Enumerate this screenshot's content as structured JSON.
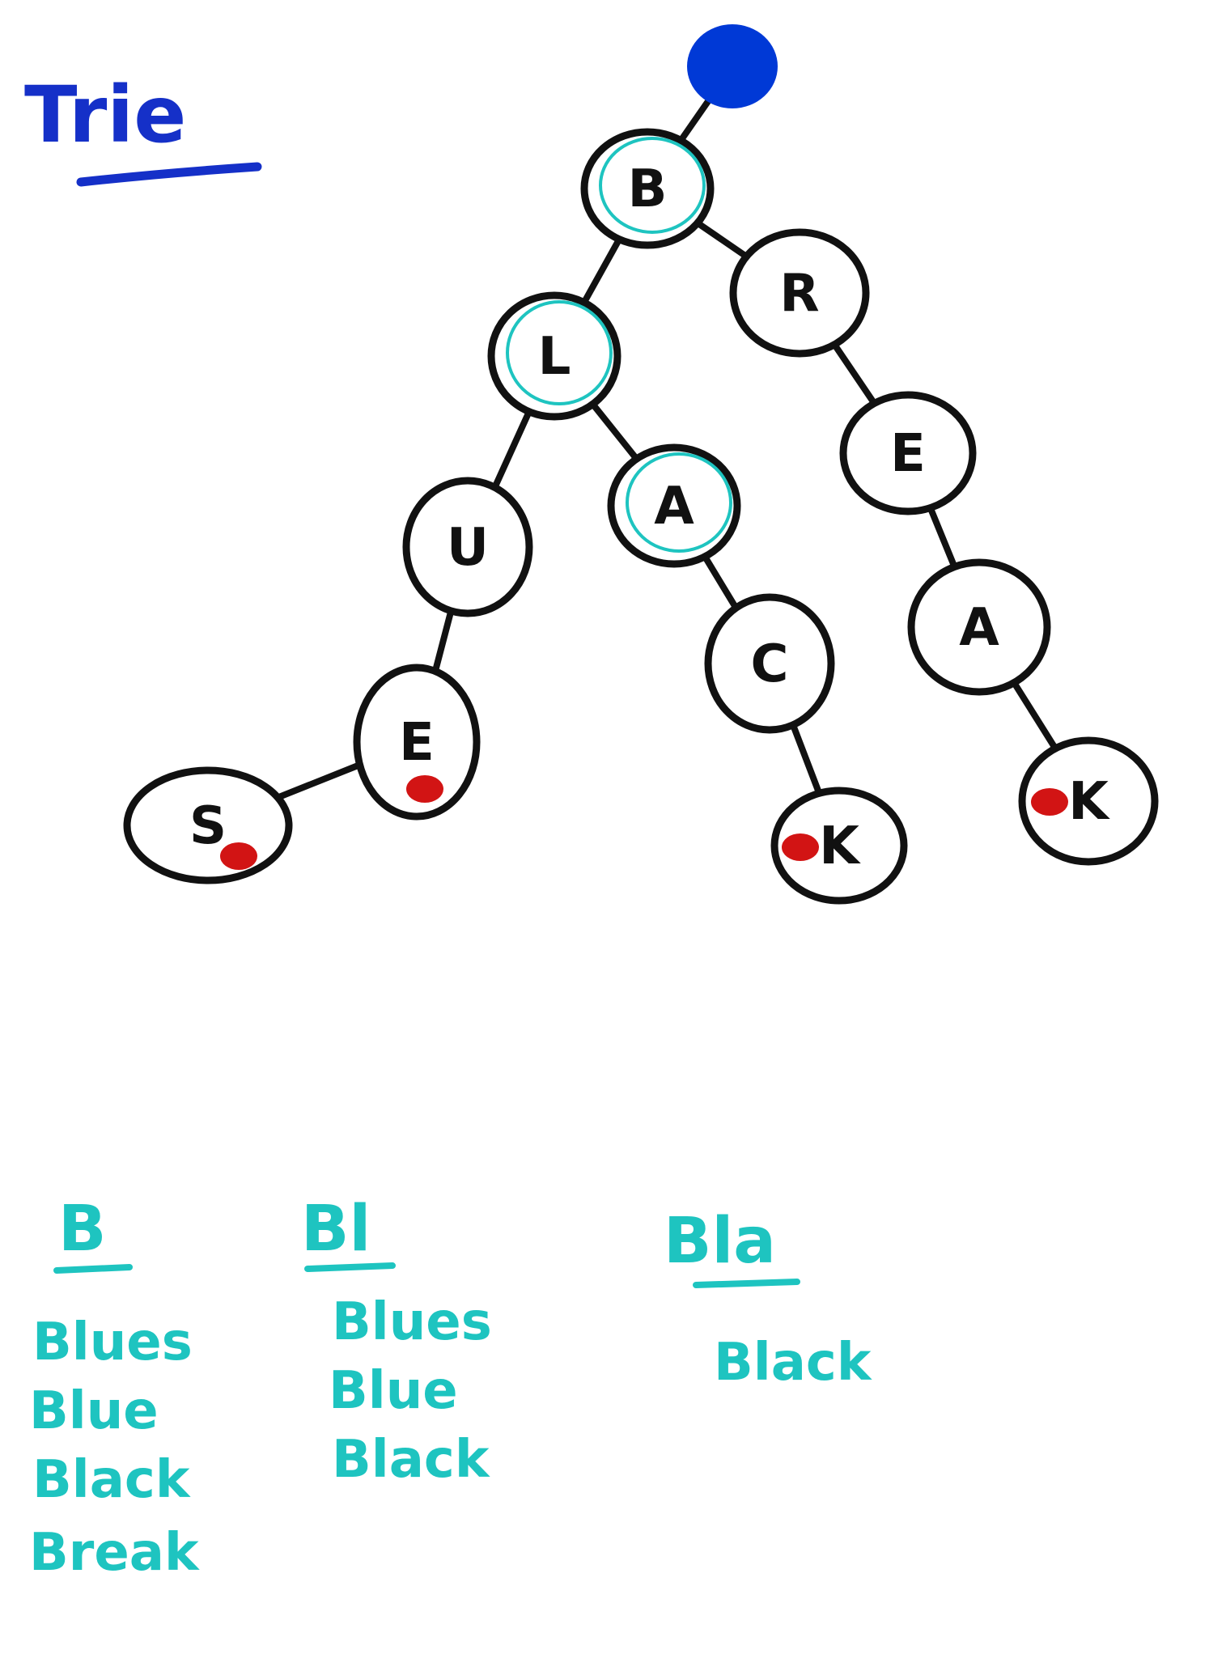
{
  "title": "Trie",
  "colors": {
    "title": "#1530c8",
    "root": "#0039d6",
    "stroke": "#111111",
    "highlight": "#1ec4c0",
    "end_marker": "#d21414"
  },
  "tree": {
    "root": {
      "letter": "",
      "role": "root"
    },
    "nodes": [
      {
        "id": "b",
        "letter": "B",
        "parent": "root",
        "highlight": true,
        "end": false
      },
      {
        "id": "l",
        "letter": "L",
        "parent": "b",
        "highlight": true,
        "end": false
      },
      {
        "id": "r",
        "letter": "R",
        "parent": "b",
        "highlight": false,
        "end": false
      },
      {
        "id": "u",
        "letter": "U",
        "parent": "l",
        "highlight": false,
        "end": false
      },
      {
        "id": "a1",
        "letter": "A",
        "parent": "l",
        "highlight": true,
        "end": false
      },
      {
        "id": "e1",
        "letter": "E",
        "parent": "u",
        "highlight": false,
        "end": true
      },
      {
        "id": "s",
        "letter": "S",
        "parent": "e1",
        "highlight": false,
        "end": true
      },
      {
        "id": "c",
        "letter": "C",
        "parent": "a1",
        "highlight": false,
        "end": false
      },
      {
        "id": "k1",
        "letter": "K",
        "parent": "c",
        "highlight": false,
        "end": true
      },
      {
        "id": "e2",
        "letter": "E",
        "parent": "r",
        "highlight": false,
        "end": false
      },
      {
        "id": "a2",
        "letter": "A",
        "parent": "e2",
        "highlight": false,
        "end": false
      },
      {
        "id": "k2",
        "letter": "K",
        "parent": "a2",
        "highlight": false,
        "end": true
      }
    ]
  },
  "prefix_groups": [
    {
      "prefix": "B",
      "words": [
        "Blues",
        "Blue",
        "Black",
        "Break"
      ]
    },
    {
      "prefix": "Bl",
      "words": [
        "Blues",
        "Blue",
        "Black"
      ]
    },
    {
      "prefix": "Bla",
      "words": [
        "Black"
      ]
    }
  ]
}
